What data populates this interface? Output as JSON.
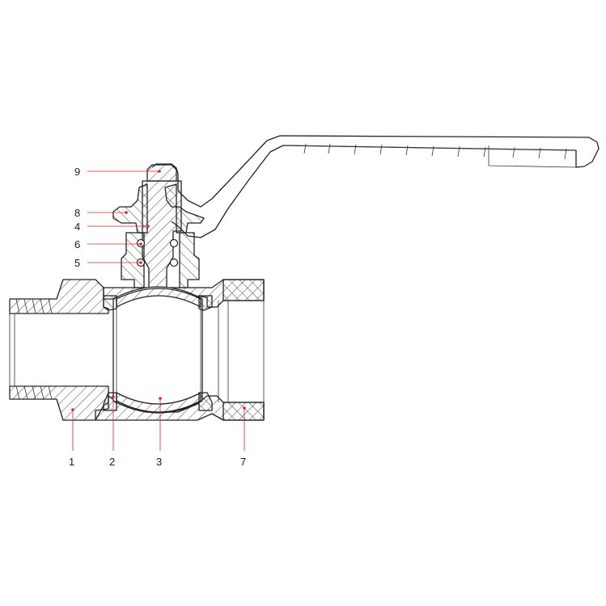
{
  "colors": {
    "line": "#222222",
    "leader": "#e0222b",
    "background": "#ffffff"
  },
  "callouts": {
    "c1": "1",
    "c2": "2",
    "c3": "3",
    "c4": "4",
    "c5": "5",
    "c6": "6",
    "c7": "7",
    "c8": "8",
    "c9": "9"
  }
}
